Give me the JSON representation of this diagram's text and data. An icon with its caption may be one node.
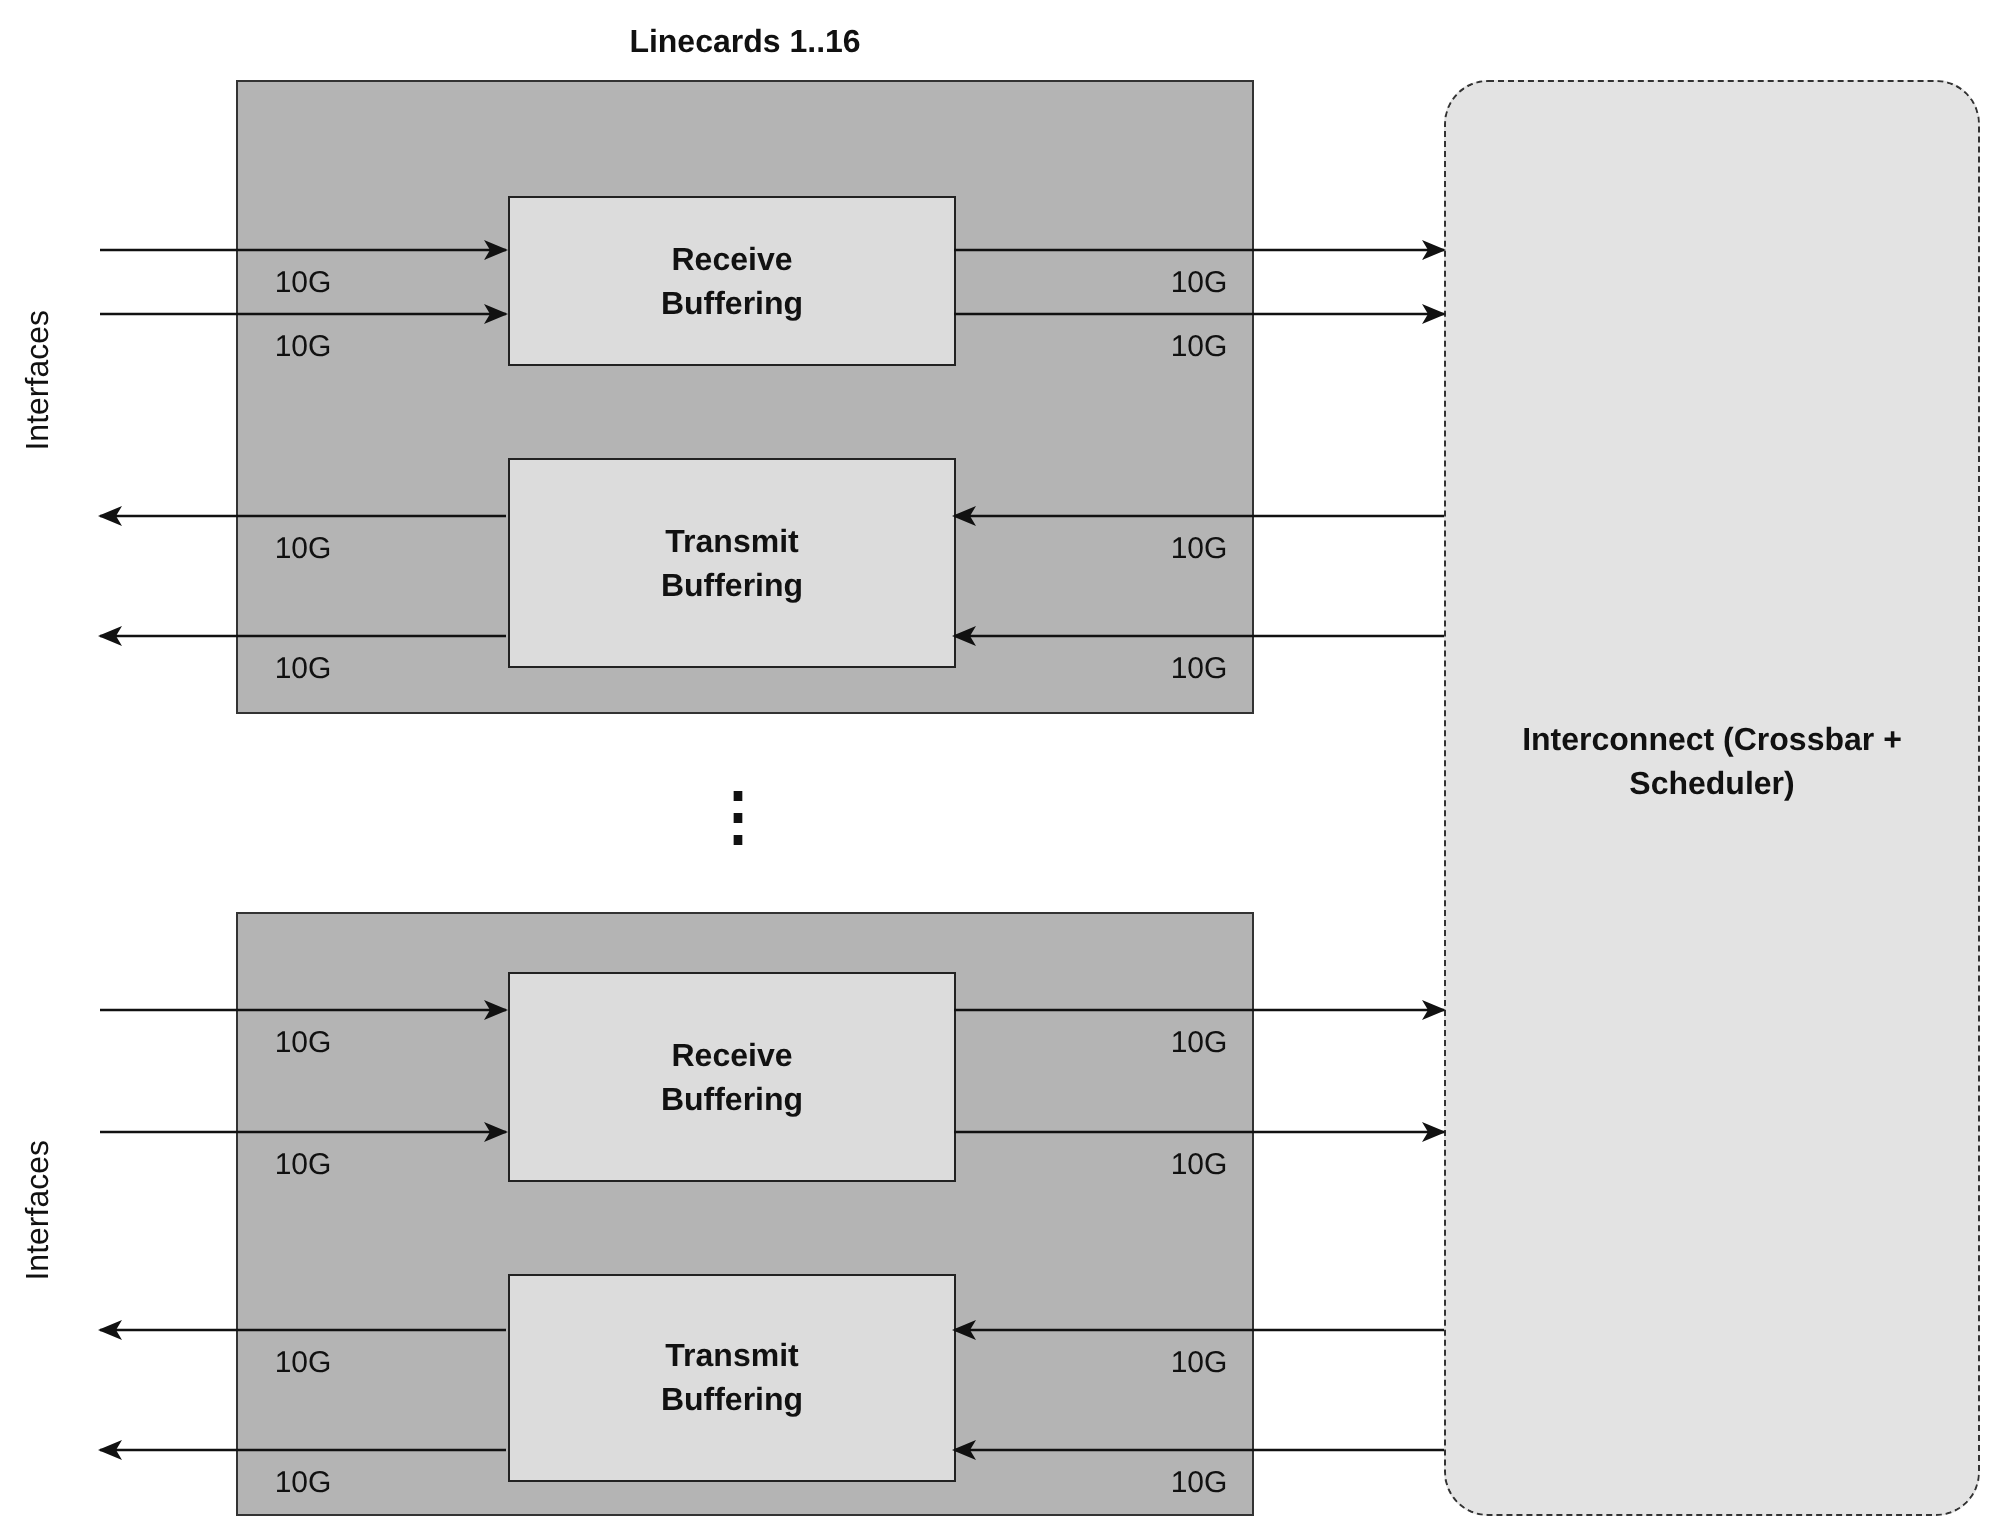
{
  "diagram": {
    "nodes": [
      {
        "text": [
          "Linecards 1..16"
        ]
      },
      {
        "text": [
          "Receive Buffering"
        ],
        "in": 0
      },
      {
        "text": [
          "Transmit Buffering"
        ],
        "in": 0
      },
      {
        "text": [],
        "shape": "box"
      },
      {
        "text": [
          "Receive Buffering"
        ],
        "in": 3
      },
      {
        "text": [
          "Transmit Buffering"
        ],
        "in": 3
      },
      {
        "text": [
          "Interconnect (Crossbar + Scheduler)"
        ]
      }
    ],
    "edges": [
      {
        "from": null,
        "to": 1,
        "arrow": "to",
        "label": "10G"
      },
      {
        "from": null,
        "to": 1,
        "arrow": "to",
        "label": "10G"
      },
      {
        "from": 1,
        "to": 6,
        "arrow": "to",
        "label": "10G"
      },
      {
        "from": 1,
        "to": 6,
        "arrow": "to",
        "label": "10G"
      },
      {
        "from": 6,
        "to": 2,
        "arrow": "to",
        "label": "10G"
      },
      {
        "from": 6,
        "to": 2,
        "arrow": "to",
        "label": "10G"
      },
      {
        "from": 2,
        "to": null,
        "arrow": "to",
        "label": "10G"
      },
      {
        "from": 2,
        "to": null,
        "arrow": "to",
        "label": "10G"
      },
      {
        "from": null,
        "to": 4,
        "arrow": "to",
        "label": "10G"
      },
      {
        "from": null,
        "to": 4,
        "arrow": "to",
        "label": "10G"
      },
      {
        "from": 4,
        "to": 6,
        "arrow": "to",
        "label": "10G"
      },
      {
        "from": 4,
        "to": 6,
        "arrow": "to",
        "label": "10G"
      },
      {
        "from": 6,
        "to": 5,
        "arrow": "to",
        "label": "10G"
      },
      {
        "from": 6,
        "to": 5,
        "arrow": "to",
        "label": "10G"
      },
      {
        "from": 5,
        "to": null,
        "arrow": "to",
        "label": "10G"
      },
      {
        "from": 5,
        "to": null,
        "arrow": "to",
        "label": "10G"
      }
    ],
    "labels": [
      "Interfaces",
      "⋮",
      "Interfaces"
    ]
  }
}
